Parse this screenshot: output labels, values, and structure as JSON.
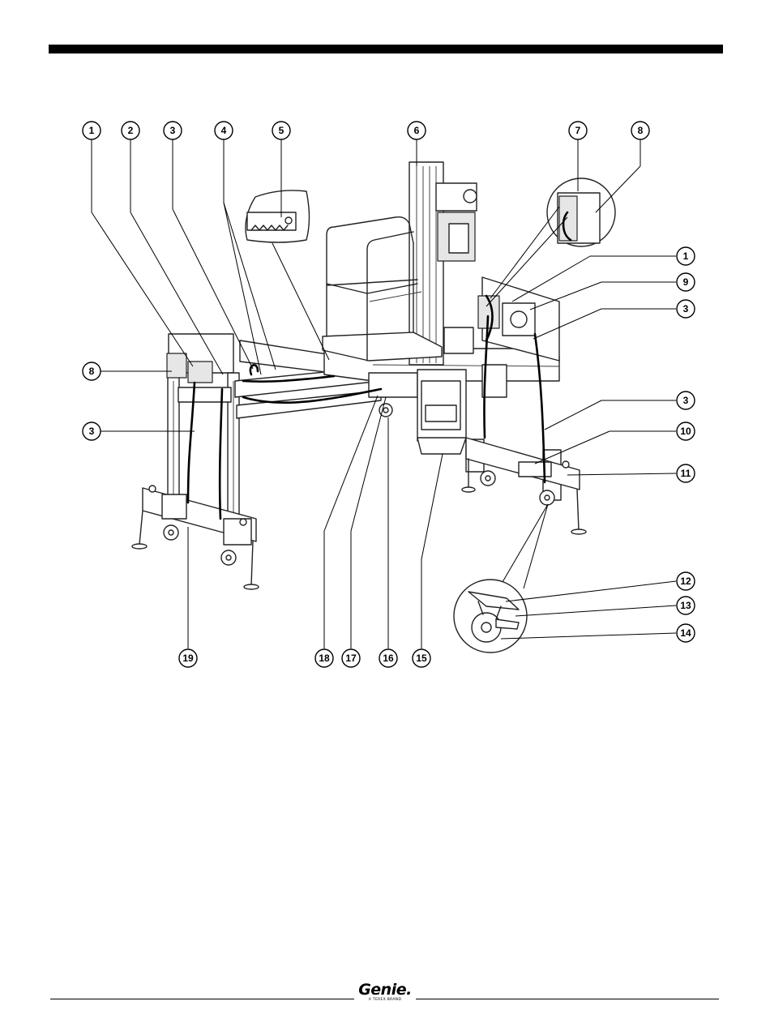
{
  "callouts": [
    {
      "id": "c1",
      "label": "1"
    },
    {
      "id": "c2",
      "label": "2"
    },
    {
      "id": "c3a",
      "label": "3"
    },
    {
      "id": "c4",
      "label": "4"
    },
    {
      "id": "c5",
      "label": "5"
    },
    {
      "id": "c6",
      "label": "6"
    },
    {
      "id": "c7",
      "label": "7"
    },
    {
      "id": "c8a",
      "label": "8"
    },
    {
      "id": "c1b",
      "label": "1"
    },
    {
      "id": "c9",
      "label": "9"
    },
    {
      "id": "c3b",
      "label": "3"
    },
    {
      "id": "c8b",
      "label": "8"
    },
    {
      "id": "c3c",
      "label": "3"
    },
    {
      "id": "c3d",
      "label": "3"
    },
    {
      "id": "c10",
      "label": "10"
    },
    {
      "id": "c11",
      "label": "11"
    },
    {
      "id": "c12",
      "label": "12"
    },
    {
      "id": "c13",
      "label": "13"
    },
    {
      "id": "c14",
      "label": "14"
    },
    {
      "id": "c19",
      "label": "19"
    },
    {
      "id": "c18",
      "label": "18"
    },
    {
      "id": "c17",
      "label": "17"
    },
    {
      "id": "c16",
      "label": "16"
    },
    {
      "id": "c15",
      "label": "15"
    }
  ],
  "footer": {
    "logo_text": "Genie.",
    "logo_subtext": "A TEREX BRAND"
  },
  "colors": {
    "ink": "#000000",
    "background": "#ffffff"
  }
}
